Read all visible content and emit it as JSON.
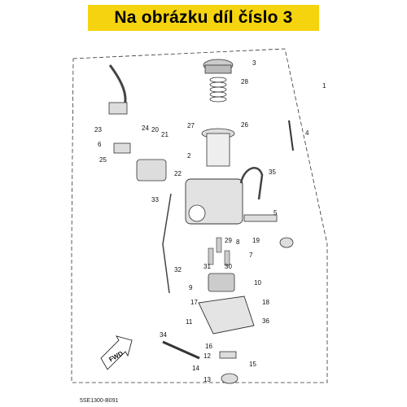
{
  "banner": {
    "text": "Na obrázku díl číslo 3",
    "color": "#f5d40f"
  },
  "diagram": {
    "code": "5SE1300-B091",
    "fwd_label": "FWD",
    "callouts": [
      "1",
      "3",
      "28",
      "4",
      "27",
      "26",
      "23",
      "24",
      "20",
      "21",
      "6",
      "25",
      "2",
      "22",
      "35",
      "33",
      "5",
      "19",
      "29",
      "8",
      "7",
      "32",
      "31",
      "30",
      "10",
      "9",
      "18",
      "17",
      "36",
      "11",
      "34",
      "16",
      "12",
      "15",
      "14",
      "13"
    ]
  }
}
